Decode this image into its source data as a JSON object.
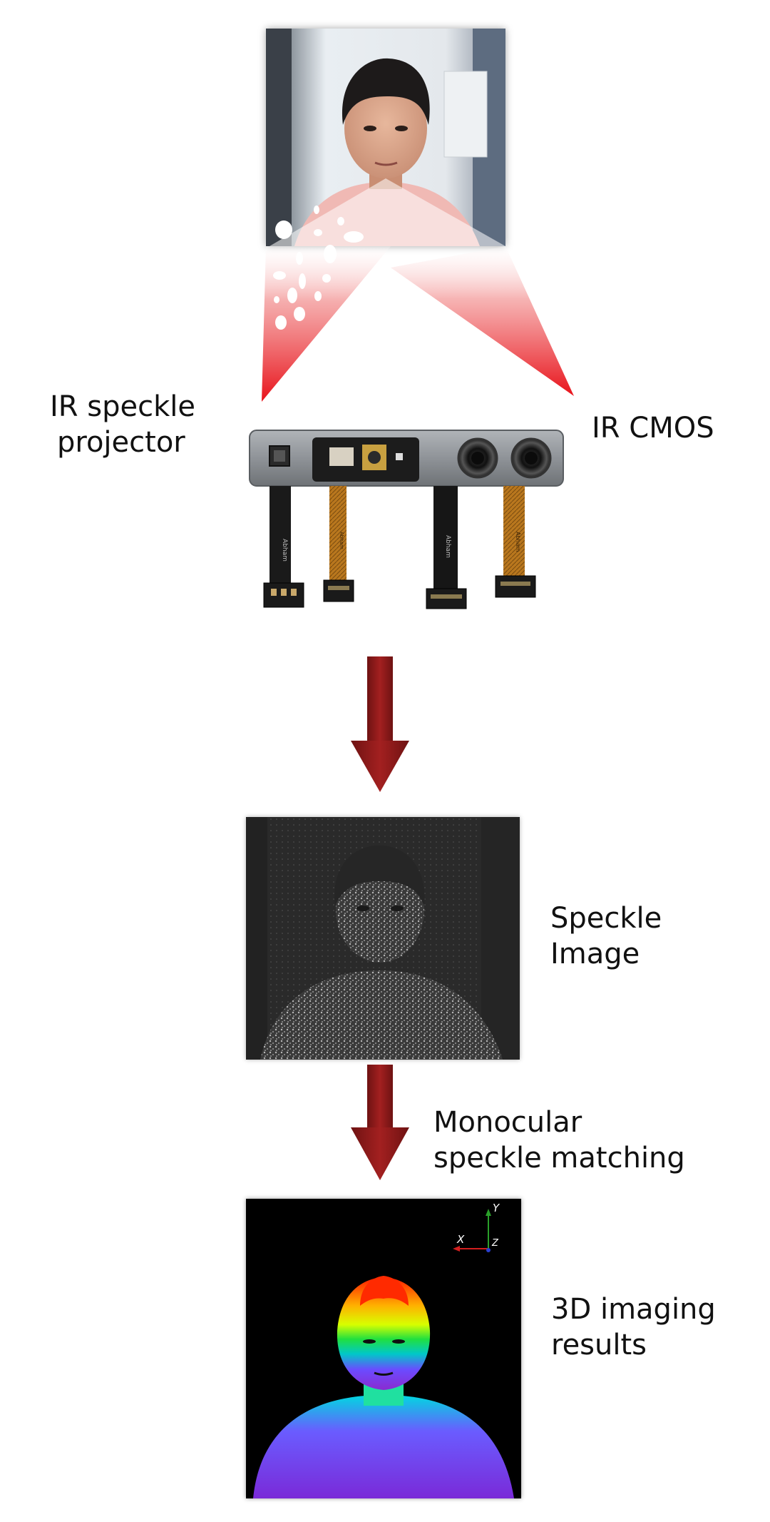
{
  "labels": {
    "projector": [
      "IR speckle",
      "projector"
    ],
    "cmos": "IR CMOS",
    "speckle_image": [
      "Speckle",
      "Image"
    ],
    "matching": [
      "Monocular",
      "speckle matching"
    ],
    "results": [
      "3D imaging",
      "results"
    ]
  },
  "module": {
    "ribbon_texts": [
      "Abham",
      "Abham",
      "Abham",
      "Abham"
    ]
  },
  "axes": {
    "x": "X",
    "y": "Y",
    "z": "Z"
  },
  "colors": {
    "beam": "#e8121a",
    "arrow": "#8b1a1a",
    "module": "#8f9398",
    "axis_x": "#d21f1f",
    "axis_y": "#2aa02a",
    "axis_z": "#2a40d2"
  }
}
